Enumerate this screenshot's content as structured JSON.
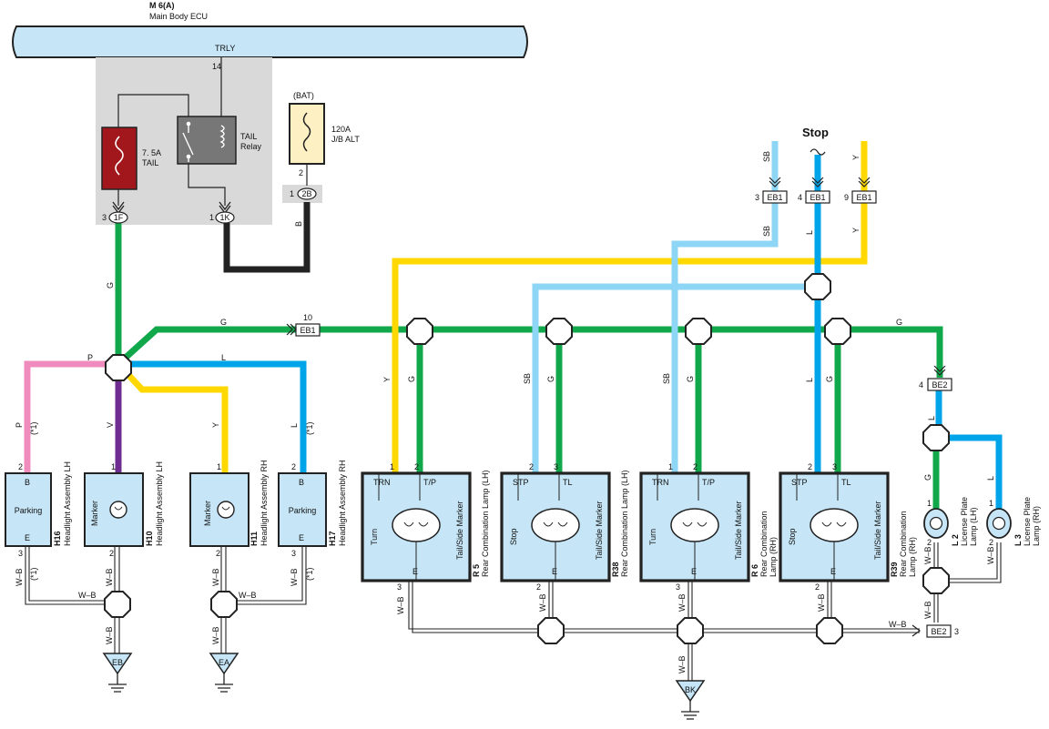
{
  "colors": {
    "G": "#10a84a",
    "L": "#00a4e8",
    "SB": "#8ed6f5",
    "Y": "#ffd800",
    "P": "#f08cbd",
    "V": "#6f2c91",
    "B": "#222222",
    "fuse_red": "#a2171c",
    "relay_gray": "#777777",
    "ecu_box": "#c6e6f7",
    "relay_area": "#d9d9d9",
    "fuse_bat": "#fdf1c4"
  },
  "ecu": {
    "code": "M 6(A)",
    "name": "Main Body ECU",
    "terminal": "TRLY",
    "pin": "14"
  },
  "tail_fuse": {
    "rating": "7. 5A",
    "name": "TAIL",
    "connector": "1F",
    "pin": "3"
  },
  "tail_relay": {
    "name1": "TAIL",
    "name2": "Relay",
    "connector": "1K",
    "pin": "1"
  },
  "alt_fuse": {
    "source": "(BAT)",
    "rating": "120A",
    "name": "J/B ALT",
    "connector": "2B",
    "pin_top": "2",
    "pin_left": "1"
  },
  "stop_label": "Stop",
  "wire_codes": {
    "G": "G",
    "L": "L",
    "SB": "SB",
    "Y": "Y",
    "P": "P",
    "V": "V",
    "B": "B",
    "WB": "W–B"
  },
  "note_mark": "(*1)",
  "connectors": {
    "eb1_sb": {
      "id": "EB1",
      "pin": "3"
    },
    "eb1_l": {
      "id": "EB1",
      "pin": "4"
    },
    "eb1_y": {
      "id": "EB1",
      "pin": "9"
    },
    "eb1_g": {
      "id": "EB1",
      "pin": "10"
    },
    "be2_top": {
      "id": "BE2",
      "pin": "4"
    },
    "be2_bottom": {
      "id": "BE2",
      "pin": "3"
    }
  },
  "grounds": {
    "eb": "EB",
    "ea": "EA",
    "bk": "BK"
  },
  "headlights": [
    {
      "code": "H16",
      "name": "Headlight Assembly LH",
      "terminal_top": "B",
      "inner": "Parking",
      "terminal_bottom": "E",
      "pin_top": "2",
      "pin_bottom": "3"
    },
    {
      "code": "H10",
      "name": "Headlight Assembly LH",
      "inner": "Marker",
      "pin_top": "1",
      "pin_bottom": "2"
    },
    {
      "code": "H11",
      "name": "Headlight Assembly RH",
      "inner": "Marker",
      "pin_top": "1",
      "pin_bottom": "2"
    },
    {
      "code": "H17",
      "name": "Headlight Assembly RH",
      "terminal_top": "B",
      "inner": "Parking",
      "terminal_bottom": "E",
      "pin_top": "2",
      "pin_bottom": "3"
    }
  ],
  "rear_lamps": [
    {
      "code": "R 5",
      "name1": "Rear Combination Lamp (LH)",
      "name2": "",
      "t1": "TRN",
      "t2": "T/P",
      "left": "Turn",
      "right": "Tail/Side Marker",
      "p1": "1",
      "p2": "2",
      "e": "E",
      "pe": "3"
    },
    {
      "code": "R38",
      "name1": "Rear Combination Lamp (LH)",
      "name2": "",
      "t1": "STP",
      "t2": "TL",
      "left": "Stop",
      "right": "Tail/Side Marker",
      "p1": "2",
      "p2": "3",
      "e": "E",
      "pe": "2"
    },
    {
      "code": "R 6",
      "name1": "Rear Combination",
      "name2": "Lamp (RH)",
      "t1": "TRN",
      "t2": "T/P",
      "left": "Turn",
      "right": "Tail/Side Marker",
      "p1": "1",
      "p2": "2",
      "e": "E",
      "pe": "3"
    },
    {
      "code": "R39",
      "name1": "Rear Combination",
      "name2": "Lamp (RH)",
      "t1": "STP",
      "t2": "TL",
      "left": "Stop",
      "right": "Tail/Side Marker",
      "p1": "2",
      "p2": "3",
      "e": "E",
      "pe": "2"
    }
  ],
  "license": [
    {
      "code": "L 2",
      "name1": "License Plate",
      "name2": "Lamp (LH)",
      "pin_top": "1",
      "pin_bottom": "2"
    },
    {
      "code": "L 3",
      "name1": "License Plate",
      "name2": "Lamp (RH)",
      "pin_top": "1",
      "pin_bottom": "2"
    }
  ]
}
